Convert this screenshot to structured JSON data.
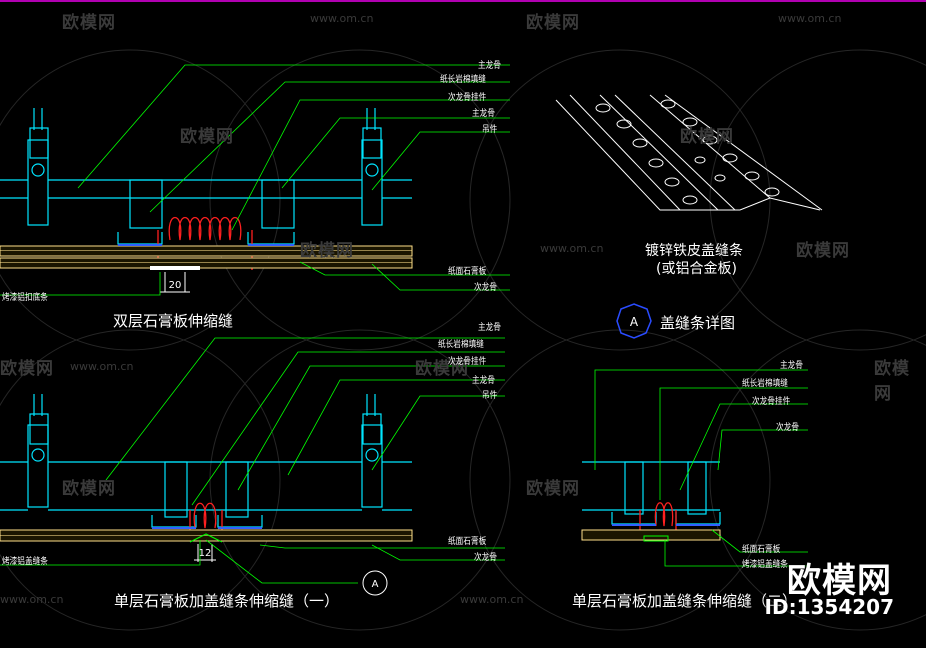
{
  "watermark": {
    "brand_text": "欧模网",
    "url_text": "www.om.cn",
    "id_text": "ID:1354207"
  },
  "panels": {
    "top_left": {
      "title": "双层石膏板伸缩缝",
      "labels": [
        "主龙骨",
        "纸长岩棉填缝",
        "次龙骨挂件",
        "主龙骨",
        "吊件",
        "纸面石膏板",
        "次龙骨",
        "烤漆铝扣底条"
      ],
      "dimension": "20"
    },
    "top_right": {
      "caption_line1": "镀锌铁皮盖缝条",
      "caption_line2": "(或铝合金板)",
      "detail_marker": "A",
      "detail_title": "盖缝条详图"
    },
    "bottom_left": {
      "title": "单层石膏板加盖缝条伸缩缝（一）",
      "labels": [
        "主龙骨",
        "纸长岩棉填缝",
        "次龙骨挂件",
        "主龙骨",
        "吊件",
        "纸面石膏板",
        "次龙骨",
        "烤漆铝盖缝条"
      ],
      "dimension": "12",
      "marker": "A"
    },
    "bottom_right": {
      "title": "单层石膏板加盖缝条伸缩缝（二）",
      "labels": [
        "主龙骨",
        "纸长岩棉填缝",
        "次龙骨挂件",
        "次龙骨",
        "纸面石膏板",
        "烤漆铝盖缝条"
      ]
    }
  },
  "colors": {
    "background": "#000000",
    "profile_cyan": "#00e5ff",
    "leader_green": "#00ff00",
    "insulation_red": "#ff2020",
    "board_yellow": "#ffe08a",
    "strip_blue": "#3060ff",
    "marker_blue": "#2a4cff",
    "text_white": "#ffffff",
    "frame_magenta": "#b000b0"
  }
}
